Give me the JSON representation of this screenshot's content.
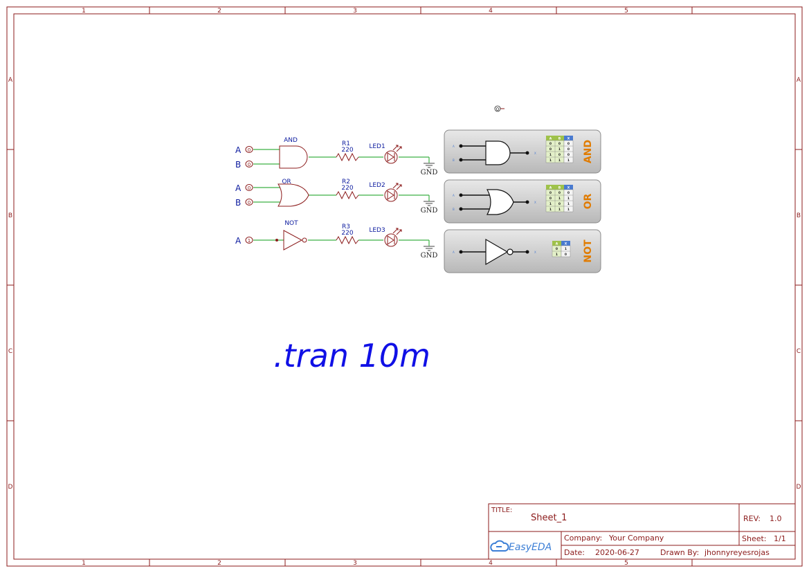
{
  "colors": {
    "frame": "#8b1a1a",
    "wire": "#3cb043",
    "component": "#8b1a1a",
    "label_blue": "#0b1a9e",
    "spice_blue": "#1010e6",
    "gnd": "#808080",
    "panel_bg": "#c8c8c8",
    "panel_text_orange": "#e07b00",
    "easyeda_blue": "#3b7ed6"
  },
  "frame": {
    "columns": [
      "1",
      "2",
      "3",
      "4",
      "5"
    ],
    "rows": [
      "A",
      "B",
      "C",
      "D"
    ]
  },
  "schematic": {
    "row1": {
      "gate_label": "AND",
      "inputs": [
        {
          "label": "A",
          "value": "0"
        },
        {
          "label": "B",
          "value": "0"
        }
      ],
      "resistor": {
        "name": "R1",
        "value": "220"
      },
      "led": "LED1",
      "gnd": "GND"
    },
    "row2": {
      "gate_label": "OR",
      "inputs": [
        {
          "label": "A",
          "value": "0"
        },
        {
          "label": "B",
          "value": "0"
        }
      ],
      "resistor": {
        "name": "R2",
        "value": "220"
      },
      "led": "LED2",
      "gnd": "GND"
    },
    "row3": {
      "gate_label": "NOT",
      "inputs": [
        {
          "label": "A",
          "value": "1"
        }
      ],
      "resistor": {
        "name": "R3",
        "value": "220"
      },
      "led": "LED3",
      "gnd": "GND"
    },
    "floating_probe": "0",
    "spice_directive": ".tran 10m"
  },
  "panels": {
    "and": {
      "title": "AND",
      "pin_a": "A",
      "pin_b": "B",
      "pin_x": "X",
      "table_header": [
        "A",
        "B",
        "X"
      ],
      "table_rows": [
        [
          "0",
          "0",
          "0"
        ],
        [
          "0",
          "1",
          "0"
        ],
        [
          "1",
          "0",
          "0"
        ],
        [
          "1",
          "1",
          "1"
        ]
      ]
    },
    "or": {
      "title": "OR",
      "pin_a": "A",
      "pin_b": "B",
      "pin_x": "X",
      "table_header": [
        "A",
        "B",
        "X"
      ],
      "table_rows": [
        [
          "0",
          "0",
          "0"
        ],
        [
          "0",
          "1",
          "1"
        ],
        [
          "1",
          "0",
          "1"
        ],
        [
          "1",
          "1",
          "1"
        ]
      ]
    },
    "not": {
      "title": "NOT",
      "pin_a": "A",
      "pin_x": "X",
      "table_header": [
        "A",
        "X"
      ],
      "table_rows": [
        [
          "0",
          "1"
        ],
        [
          "1",
          "0"
        ]
      ]
    }
  },
  "title_block": {
    "title_label": "TITLE:",
    "title_value": "Sheet_1",
    "rev_label": "REV:",
    "rev_value": "1.0",
    "logo_text": "EasyEDA",
    "company_label": "Company:",
    "company_value": "Your Company",
    "sheet_label": "Sheet:",
    "sheet_value": "1/1",
    "date_label": "Date:",
    "date_value": "2020-06-27",
    "drawn_label": "Drawn By:",
    "drawn_value": "jhonnyreyesrojas"
  }
}
